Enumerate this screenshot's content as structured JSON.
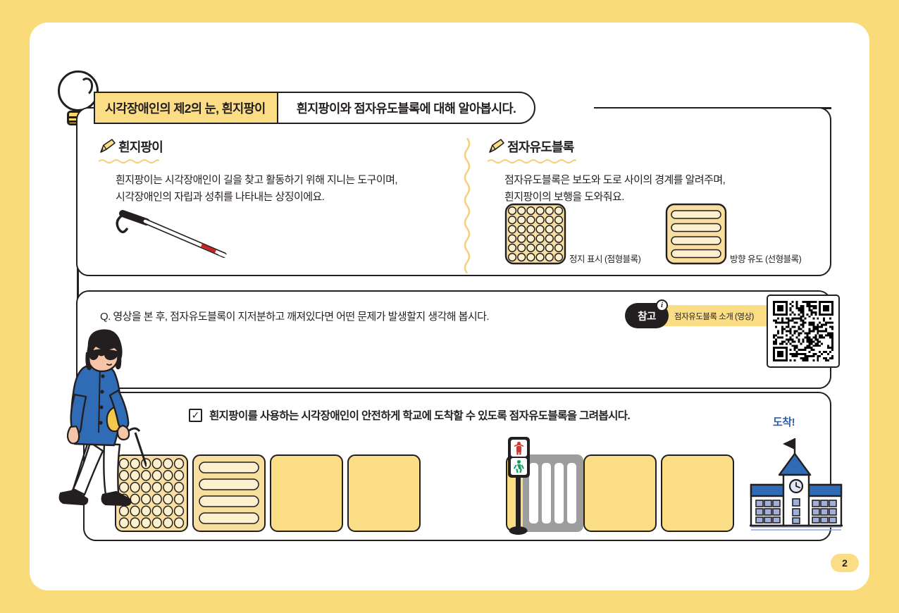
{
  "page": {
    "number": "2",
    "background_color": "#f9dc79",
    "card_color": "#ffffff",
    "accent_color": "#fbdd86",
    "ink_color": "#231f20"
  },
  "header": {
    "bulb_icon": "lightbulb-icon",
    "tag_label": "시각장애인의 제2의 눈, 흰지팡이",
    "subtitle": "흰지팡이와 점자유도블록에 대해 알아봅시다."
  },
  "info_section": {
    "left": {
      "pencil_icon": "pencil-icon",
      "heading": "흰지팡이",
      "body_line1": "흰지팡이는 시각장애인이 길을 찾고 활동하기 위해 지니는 도구이며,",
      "body_line2": "시각장애인의 자립과 성취를 나타내는 상징이에요.",
      "illustration": "white-cane-illustration"
    },
    "right": {
      "pencil_icon": "pencil-icon",
      "heading": "점자유도블록",
      "body_line1": "점자유도블록은 보도와 도로 사이의 경계를 알려주며,",
      "body_line2": "흰지팡이의 보행을 도와줘요.",
      "samples": [
        {
          "type": "dot",
          "caption": "정지 표시 (점형블록)",
          "rows": 6,
          "cols": 6
        },
        {
          "type": "line",
          "caption": "방향 유도 (선형블록)",
          "bars": 4
        }
      ]
    }
  },
  "question_section": {
    "question": "Q. 영상을 본 후, 점자유도블록이 지저분하고 깨져있다면 어떤 문제가 발생할지 생각해 봅시다.",
    "reference_badge": "참고",
    "info_icon_glyph": "i",
    "reference_label": "점자유도블록 소개 (영상)",
    "qr_icon": "qr-code-icon"
  },
  "activity_section": {
    "checkbox_glyph": "✓",
    "instruction": "흰지팡이를 사용하는 시각장애인이 안전하게 학교에 도착할 수 있도록 점자유도블록을 그려봅시다.",
    "person_illustration": "blind-person-with-cane-illustration",
    "arrival_label": "도착!",
    "school_illustration": "school-building-illustration",
    "traffic_light": {
      "icon": "pedestrian-traffic-light-icon",
      "red_color": "#d9352c",
      "green_color": "#17a05c"
    },
    "crosswalk": {
      "icon": "crosswalk-icon",
      "stripes": 4,
      "color": "#9d9d9d"
    },
    "track_cells": [
      {
        "type": "dot",
        "label": "점형블록"
      },
      {
        "type": "line",
        "label": "선형블록"
      },
      {
        "type": "empty",
        "label": "빈 칸"
      },
      {
        "type": "empty",
        "label": "빈 칸"
      },
      {
        "type": "empty",
        "label": "빈 칸"
      },
      {
        "type": "empty",
        "label": "빈 칸"
      },
      {
        "type": "empty",
        "label": "빈 칸"
      }
    ]
  }
}
